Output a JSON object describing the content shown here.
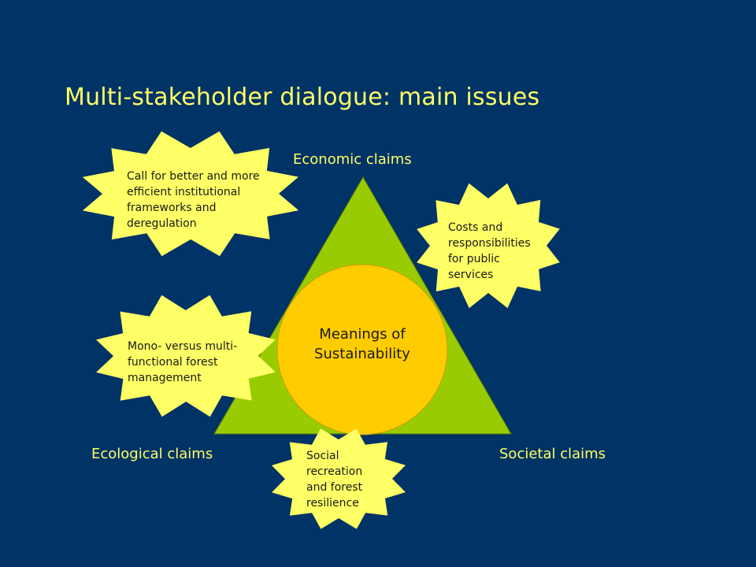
{
  "title": "Multi-stakeholder dialogue: main issues",
  "corners": {
    "economic": "Economic claims",
    "ecological": "Ecological claims",
    "societal": "Societal claims"
  },
  "center": {
    "lines": [
      "Meanings of",
      "Sustainability"
    ]
  },
  "bursts": {
    "institutional": [
      "Call for better and more",
      "efficient  institutional",
      "frameworks and",
      "deregulation"
    ],
    "costs": [
      "Costs and",
      "responsibilities",
      "for public",
      "services"
    ],
    "forest": [
      "Mono- versus multi-",
      "functional forest",
      "management"
    ],
    "recreation": [
      "Social",
      "recreation",
      "and forest",
      "resilience"
    ]
  },
  "colors": {
    "background": "#003366",
    "title_text": "#FFFF66",
    "triangle_fill": "#99CC00",
    "circle_fill": "#FFCC00",
    "burst_fill": "#FFFF66"
  }
}
